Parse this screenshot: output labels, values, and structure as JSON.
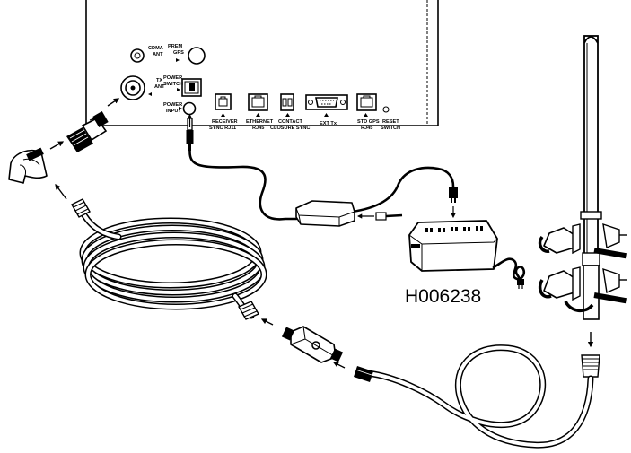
{
  "figure_id": "H006238",
  "panel_labels": {
    "cdma_ant": [
      "CDMA",
      "ANT"
    ],
    "prem_gps": [
      "PREM",
      "GPS"
    ],
    "tx_ant": [
      "TX",
      "ANT"
    ],
    "power_switch": [
      "POWER",
      "SWITCH"
    ],
    "power_input": [
      "POWER",
      "INPUT"
    ],
    "receiver_sync": [
      "RECEIVER",
      "SYNC RJ11"
    ],
    "ethernet": [
      "ETHERNET",
      "RJ45"
    ],
    "contact_closure": [
      "CONTACT",
      "CLOSURE SYNC"
    ],
    "ext_tx": [
      "EXT Tx"
    ],
    "std_gps": [
      "STD GPS",
      "RJ45"
    ],
    "reset_switch": [
      "RESET",
      "SWITCH"
    ]
  }
}
